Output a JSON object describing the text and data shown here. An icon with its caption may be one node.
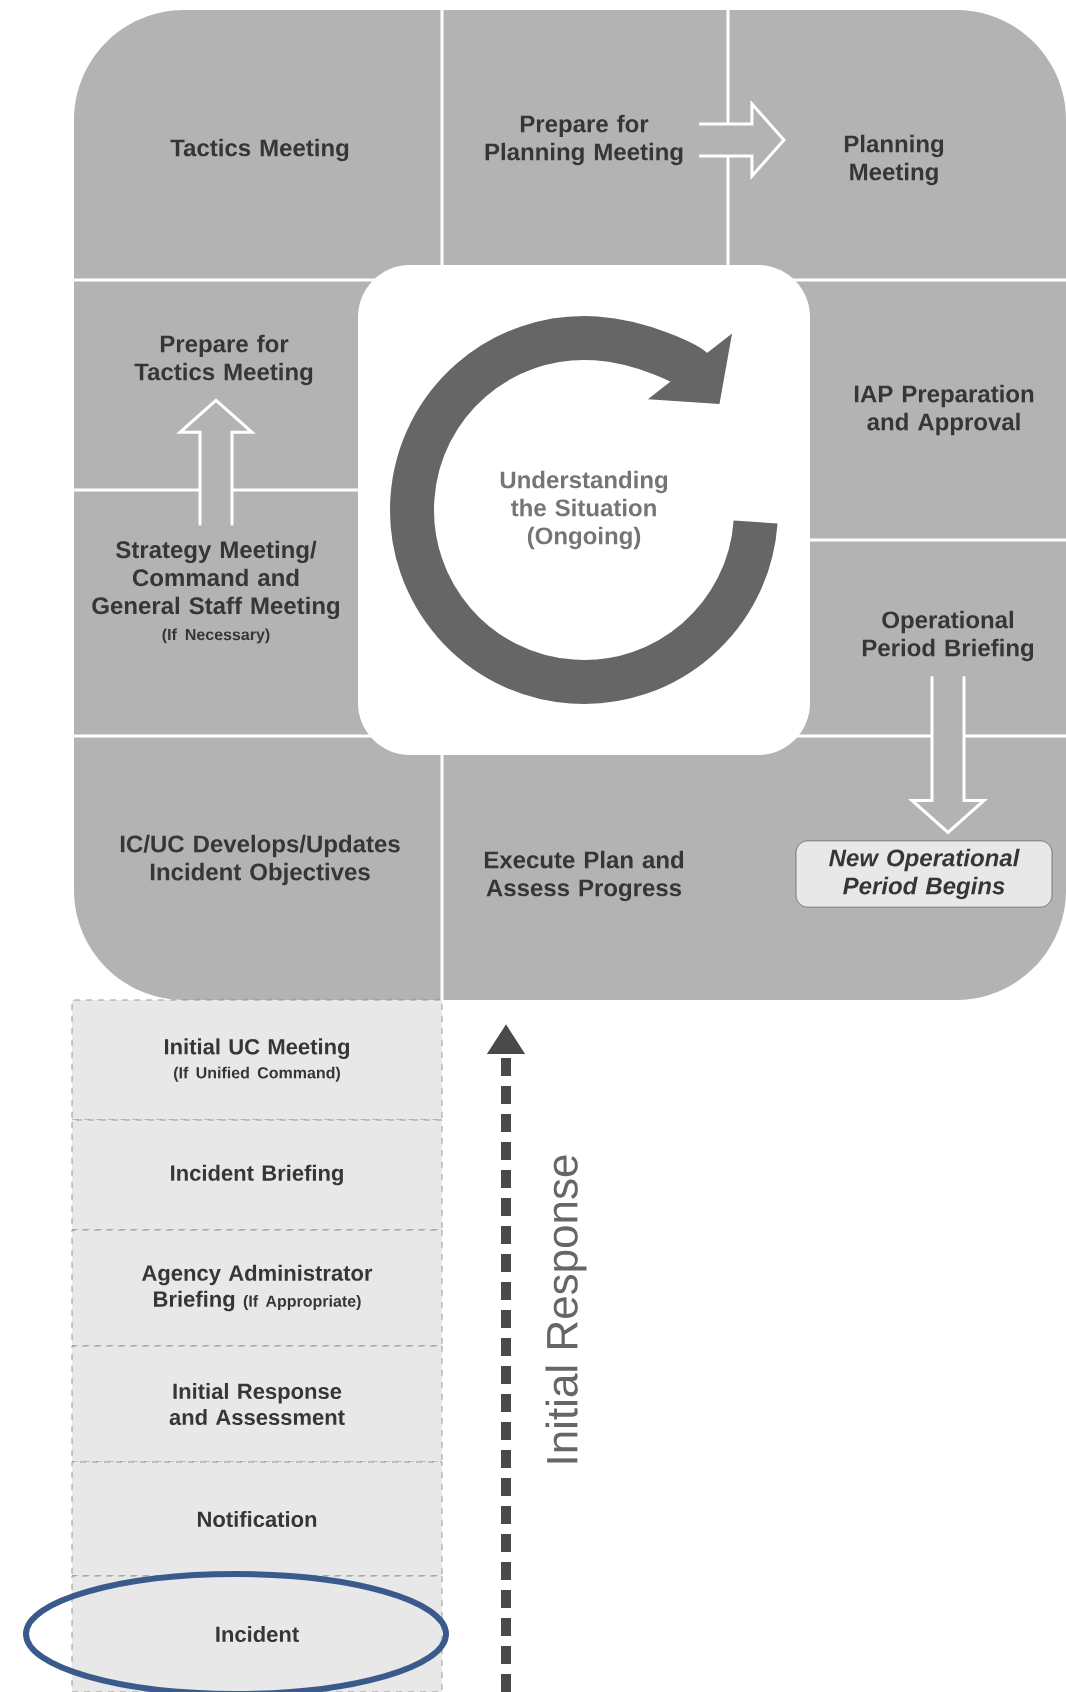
{
  "diagram": {
    "nodes": [
      {
        "text": [
          "Tactics Meeting"
        ]
      },
      {
        "text": [
          "Prepare for Planning Meeting"
        ]
      },
      {
        "text": [
          "Planning Meeting"
        ]
      },
      {
        "text": [
          "Prepare for Tactics Meeting"
        ]
      },
      {
        "text": [
          "Understanding the Situation (Ongoing)"
        ]
      },
      {
        "text": [
          "IAP Preparation and Approval"
        ]
      },
      {
        "text": [
          "Strategy Meeting/ Command and General Staff Meeting",
          "(If Necessary)"
        ]
      },
      {
        "text": [
          "Operational Period Briefing"
        ]
      },
      {
        "text": [
          "IC/UC Develops/Updates Incident Objectives"
        ]
      },
      {
        "text": [
          "Execute Plan and Assess Progress"
        ]
      },
      {
        "text": [
          "New Operational Period Begins"
        ]
      },
      {
        "text": [
          "Initial UC Meeting",
          "(If Unified Command)"
        ]
      },
      {
        "text": [
          "Incident Briefing"
        ]
      },
      {
        "text": [
          "Agency Administrator Briefing",
          "(If Appropriate)"
        ]
      },
      {
        "text": [
          "Initial Response and Assessment"
        ]
      },
      {
        "text": [
          "Notification"
        ]
      },
      {
        "text": [
          "Incident"
        ]
      }
    ],
    "edges": [
      {
        "from": 1,
        "to": 2,
        "arrow": "to"
      },
      {
        "from": 6,
        "to": 3,
        "arrow": "to"
      },
      {
        "from": 7,
        "to": 10,
        "arrow": "to"
      }
    ],
    "labels": [
      "Initial Response"
    ]
  }
}
